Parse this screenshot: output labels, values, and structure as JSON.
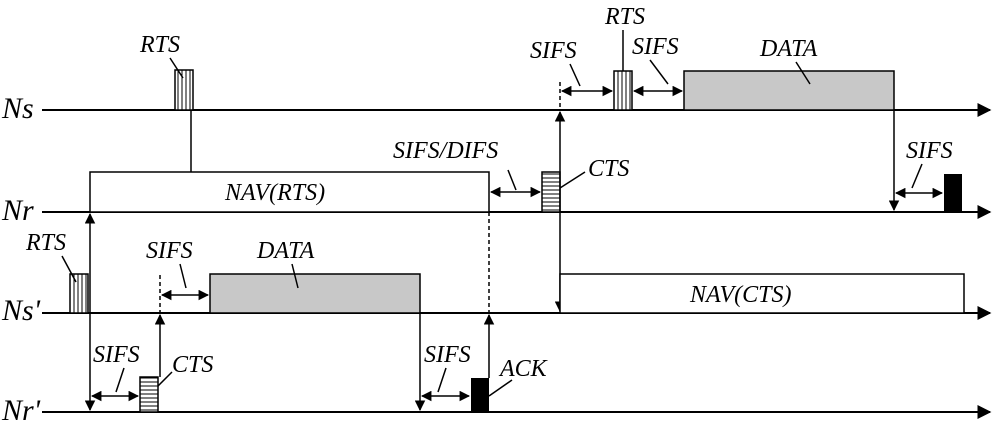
{
  "rows": {
    "ns": "Ns",
    "nr": "Nr",
    "ns_prime": "Ns'",
    "nr_prime": "Nr'"
  },
  "labels": {
    "rts_ns": "RTS",
    "nav_rts": "NAV(RTS)",
    "sifs_difs": "SIFS/DIFS",
    "cts_nr": "CTS",
    "sifs_ns_1": "SIFS",
    "rts_ns_2": "RTS",
    "sifs_ns_2": "SIFS",
    "data_ns": "DATA",
    "sifs_nr_ack": "SIFS",
    "rts_nsp": "RTS",
    "sifs_nsp": "SIFS",
    "data_nsp": "DATA",
    "nav_cts": "NAV(CTS)",
    "sifs_nrp_1": "SIFS",
    "cts_nrp": "CTS",
    "sifs_nrp_2": "SIFS",
    "ack_nrp": "ACK"
  },
  "colors": {
    "line": "#000000",
    "data_fill": "#c8c8c8",
    "ack_fill": "#000000",
    "background": "#ffffff"
  }
}
